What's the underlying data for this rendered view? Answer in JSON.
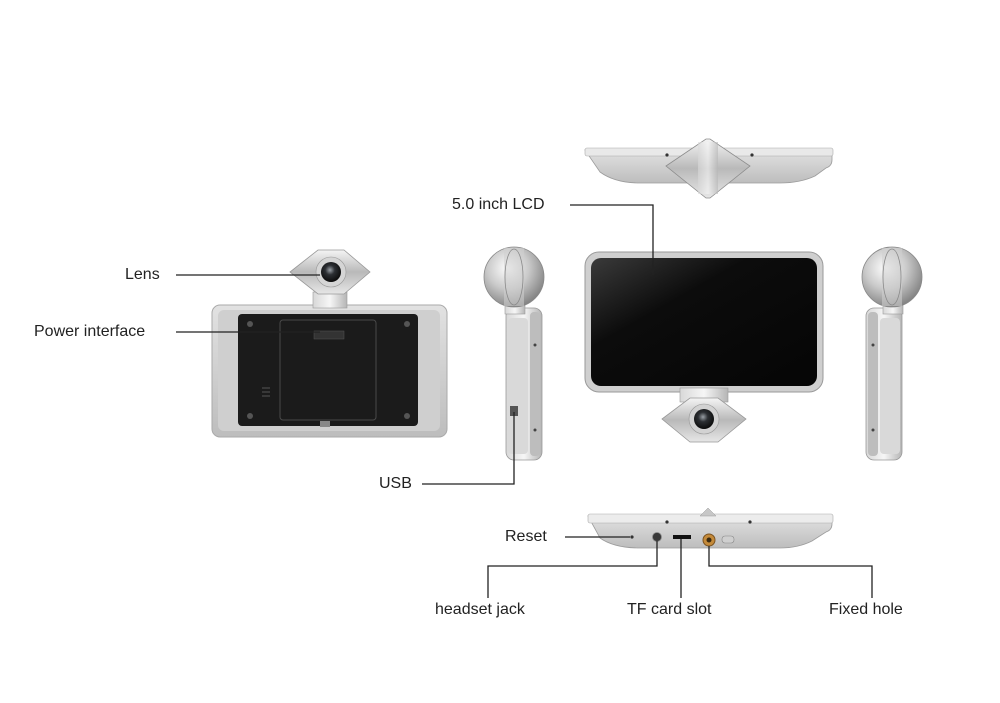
{
  "labels": {
    "lens": "Lens",
    "power_interface": "Power interface",
    "lcd": "5.0 inch LCD",
    "usb": "USB",
    "reset": "Reset",
    "headset_jack": "headset jack",
    "tf_card_slot": "TF card slot",
    "fixed_hole": "Fixed hole"
  }
}
